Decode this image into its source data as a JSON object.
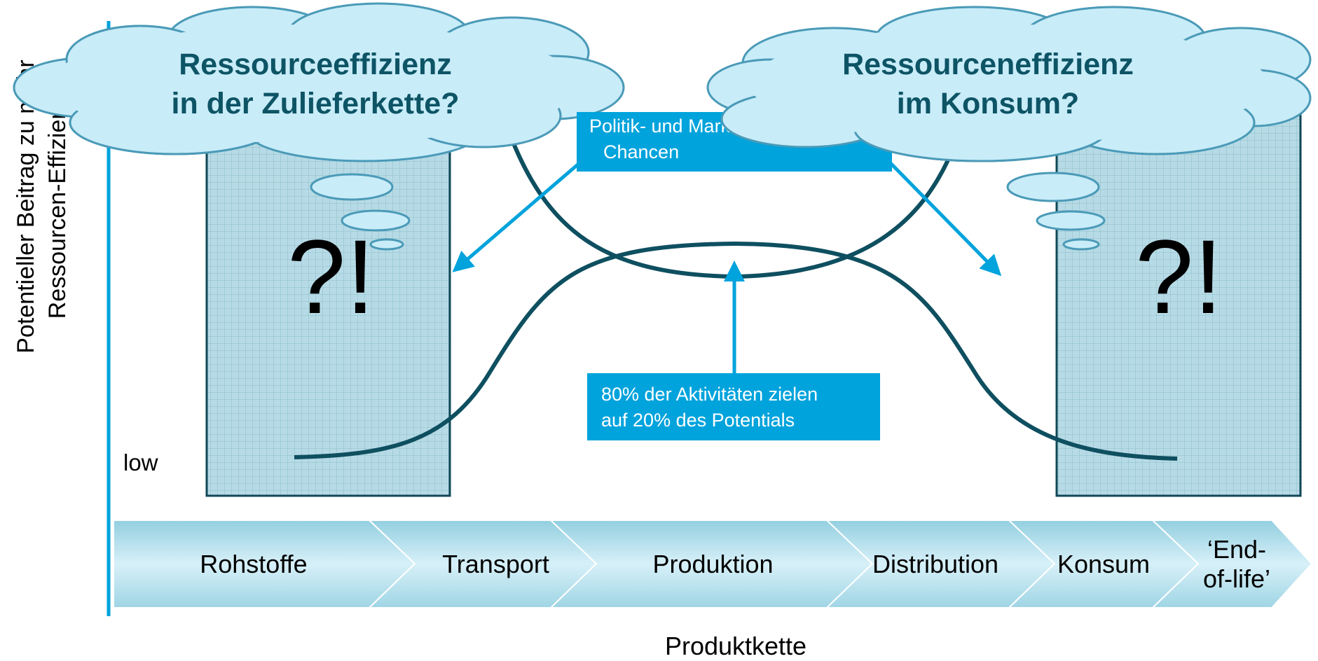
{
  "y_axis": {
    "title_line1": "Potentieller Beitrag zu mehr",
    "title_line2": "Ressourcen-Effizienz",
    "low_label": "low"
  },
  "clouds": {
    "left_line1": "Ressourceeffizienz",
    "left_line2": "in der Zulieferkette?",
    "right_line1": "Ressourceneffizienz",
    "right_line2": "im Konsum?"
  },
  "question_marks": {
    "left": "?!",
    "right": "?!"
  },
  "callouts": {
    "policy_line1": "Politik- und Markt-",
    "policy_line2": "Chancen",
    "activities_line1": "80% der Aktivitäten zielen",
    "activities_line2": "auf 20% des Potentials"
  },
  "chain": {
    "steps": [
      "Rohstoffe",
      "Transport",
      "Produktion",
      "Distribution",
      "Konsum",
      "‘End-\nof-life’"
    ],
    "xlabel": "Produktkette"
  },
  "colors": {
    "curve": "#0e4f60",
    "axis": "#00a3dc",
    "box": "#00a3dc",
    "cloud_fill": "#c8ecf8",
    "cloud_stroke": "#4a9ab7",
    "cloud_text": "#0d5465",
    "panel_fill": "#b7dbe6",
    "panel_stroke": "#0f4756"
  }
}
